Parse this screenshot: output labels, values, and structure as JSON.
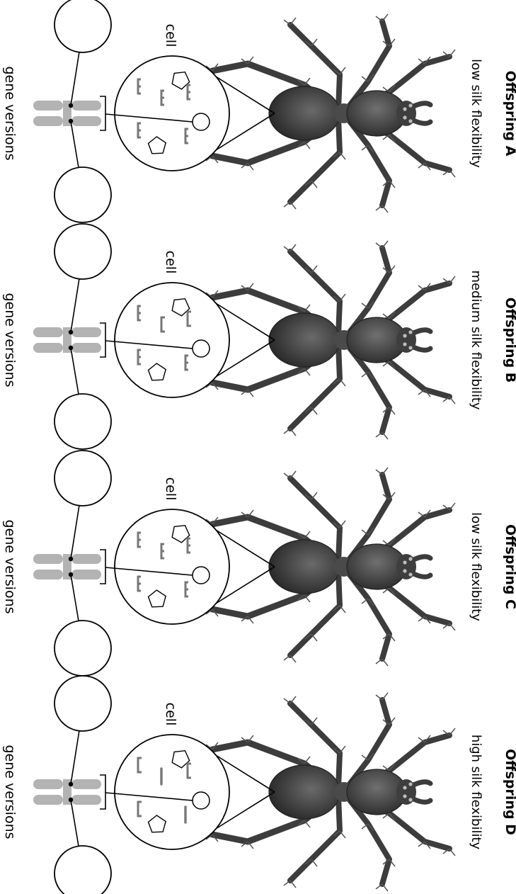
{
  "panels": [
    {
      "id": "A",
      "title": "Offspring A",
      "subtitle": "low silk flexibility",
      "cell_label": "cell",
      "gene_label": "gene versions",
      "proteins": [
        "comb",
        "comb",
        "comb",
        "comb",
        "comb"
      ]
    },
    {
      "id": "B",
      "title": "Offspring B",
      "subtitle": "medium silk flexibility",
      "cell_label": "cell",
      "gene_label": "gene versions",
      "proteins": [
        "comb",
        "bracket",
        "bracket",
        "comb",
        "comb"
      ]
    },
    {
      "id": "C",
      "title": "Offspring C",
      "subtitle": "low silk flexibility",
      "cell_label": "cell",
      "gene_label": "gene versions",
      "proteins": [
        "comb",
        "comb",
        "comb",
        "comb",
        "comb"
      ]
    },
    {
      "id": "D",
      "title": "Offspring D",
      "subtitle": "high silk flexibility",
      "cell_label": "cell",
      "gene_label": "gene versions",
      "proteins": [
        "bracket",
        "bar",
        "bracket",
        "bracket",
        "bar"
      ]
    }
  ],
  "colors": {
    "chromosome": "#b3b3b3",
    "protein": "#777777",
    "spider_body": "#4a4a4a"
  }
}
